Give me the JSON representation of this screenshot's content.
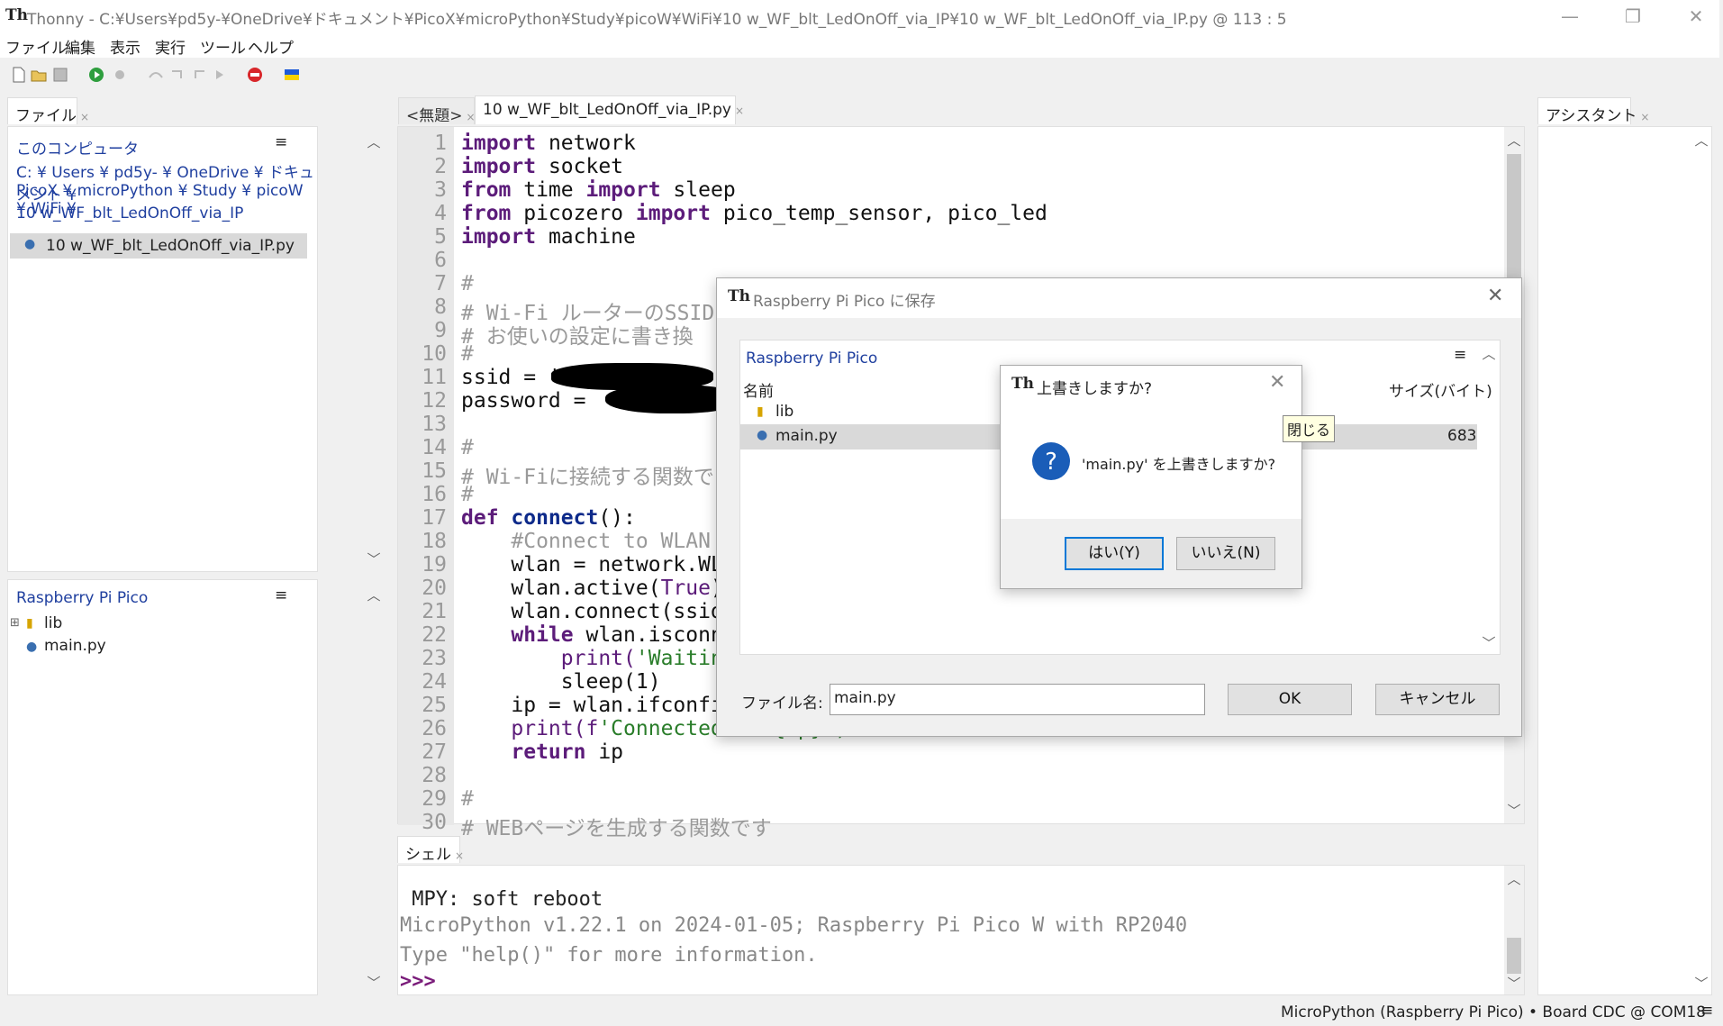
{
  "window": {
    "title": "Thonny  -  C:¥Users¥pd5y-¥OneDrive¥ドキュメント¥PicoX¥microPython¥Study¥picoW¥WiFi¥10 w_WF_blt_LedOnOff_via_IP¥10 w_WF_blt_LedOnOff_via_IP.py  @  113 : 5",
    "minimize": "—",
    "restore": "❐",
    "close": "✕"
  },
  "menu": [
    "ファイル",
    "編集",
    "表示",
    "実行",
    "ツール",
    "ヘルプ"
  ],
  "files_panel": {
    "tab": "ファイル",
    "computer_title": "このコンピュータ",
    "path_lines": [
      "C: ¥ Users ¥ pd5y- ¥ OneDrive ¥ ドキュメント ¥",
      "PicoX ¥ microPython ¥ Study ¥ picoW ¥ WiFi ¥",
      "10 w_WF_blt_LedOnOff_via_IP"
    ],
    "local_file": "10 w_WF_blt_LedOnOff_via_IP.py",
    "pico_title": "Raspberry Pi Pico",
    "pico_items": [
      "lib",
      "main.py"
    ]
  },
  "editor": {
    "tabs": [
      "<無題>",
      "10 w_WF_blt_LedOnOff_via_IP.py"
    ],
    "line_numbers": [
      "1",
      "2",
      "3",
      "4",
      "5",
      "6",
      "7",
      "8",
      "9",
      "10",
      "11",
      "12",
      "13",
      "14",
      "15",
      "16",
      "17",
      "18",
      "19",
      "20",
      "21",
      "22",
      "23",
      "24",
      "25",
      "26",
      "27",
      "28",
      "29",
      "30"
    ],
    "lines": {
      "l1a": "import",
      "l1b": " network",
      "l2a": "import",
      "l2b": " socket",
      "l3a": "from",
      "l3b": " time ",
      "l3c": "import",
      "l3d": " sleep",
      "l4a": "from",
      "l4b": " picozero ",
      "l4c": "import",
      "l4d": " pico_temp_sensor, pico_led",
      "l5a": "import",
      "l5b": " machine",
      "l7": "#",
      "l8": "# Wi-Fi ルーターのSSID",
      "l9": "# お使いの設定に書き換",
      "l10": "#",
      "l11": "ssid = '",
      "l12": "password = ",
      "l14": "#",
      "l15": "# Wi-Fiに接続する関数で",
      "l16": "#",
      "l17a": "def",
      "l17b": " connect",
      "l17c": "():",
      "l18": "    #Connect to WLAN",
      "l19": "    wlan = network.WLA",
      "l20a": "    wlan.active(",
      "l20b": "True",
      "l20c": ")",
      "l21": "    wlan.connect(ssid,",
      "l22a": "    ",
      "l22b": "while",
      "l22c": " wlan.isconne",
      "l23a": "        print(",
      "l23b": "'Waiting",
      "l24": "        sleep(1)",
      "l25": "    ip = wlan.ifconfig",
      "l26a": "    print(f",
      "l26b": "'Connected on {ip}')",
      "l27a": "    ",
      "l27b": "return",
      "l27c": " ip",
      "l29": "#",
      "l30": "# WEBページを生成する関数です"
    }
  },
  "shell": {
    "tab": "シェル",
    "line1": " MPY: soft reboot",
    "line2": "MicroPython v1.22.1 on 2024-01-05; Raspberry Pi Pico W with RP2040",
    "line3": "Type \"help()\" for more information.",
    "prompt": ">>>"
  },
  "assistant": {
    "tab": "アシスタント"
  },
  "save_dialog": {
    "title": "Raspberry Pi Pico に保存",
    "location": "Raspberry Pi Pico",
    "col_name": "名前",
    "col_size": "サイズ(バイト)",
    "items": [
      {
        "name": "lib",
        "size": ""
      },
      {
        "name": "main.py",
        "size": "683"
      }
    ],
    "filename_label": "ファイル名:",
    "filename_value": "main.py",
    "ok": "OK",
    "cancel": "キャンセル"
  },
  "confirm_dialog": {
    "title": "上書きしますか?",
    "message": "'main.py' を上書きしますか?",
    "yes": "はい(Y)",
    "no": "いいえ(N)",
    "tooltip": "閉じる"
  },
  "status": {
    "text": "MicroPython (Raspberry Pi Pico)  •  Board CDC @ COM18",
    "menu_icon": "≡"
  },
  "colors": {
    "accent": "#0078d7",
    "keyword": "#5c1c7a",
    "comment": "#9a9a9a",
    "link_blue": "#1f3f9f"
  }
}
